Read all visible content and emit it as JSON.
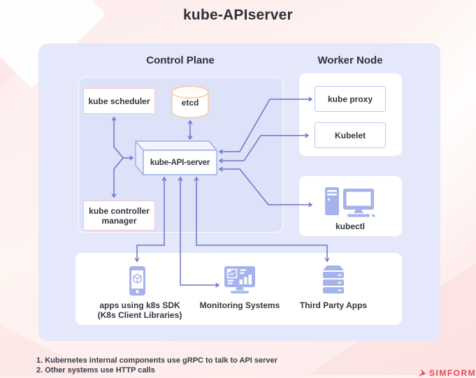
{
  "title": "kube-APIserver",
  "control_plane": {
    "heading": "Control Plane",
    "scheduler": "kube scheduler",
    "etcd": "etcd",
    "api_server": "kube-API-server",
    "controller_manager": "kube controller manager"
  },
  "worker_node": {
    "heading": "Worker Node",
    "kube_proxy": "kube proxy",
    "kubelet": "Kubelet"
  },
  "kubectl": {
    "label": "kubectl"
  },
  "external": {
    "sdk_apps_line1": "apps using k8s SDK",
    "sdk_apps_line2": "(K8s Client Libraries)",
    "monitoring": "Monitoring Systems",
    "third_party": "Third Party Apps"
  },
  "notes": [
    "1. Kubernetes internal components use gRPC to talk to API server",
    "2. Other systems use HTTP calls"
  ],
  "logo_text": "SIMFORM",
  "icons": [
    "smartphone-sdk-icon",
    "monitoring-dashboard-icon",
    "server-stack-icon",
    "desktop-computer-icon",
    "etcd-database-cylinder",
    "api-server-3d-box"
  ],
  "colors": {
    "arrow": "#6a74c8",
    "icon_fill": "#a6b2ec",
    "panel_lavender": "#e4e8fa",
    "panel_inner": "#dde2f8",
    "border_pink": "#f3c3ca",
    "border_peach": "#f6c9a4",
    "border_blue": "#bcc7f0",
    "logo_red": "#e8474e",
    "text": "#33363f"
  }
}
